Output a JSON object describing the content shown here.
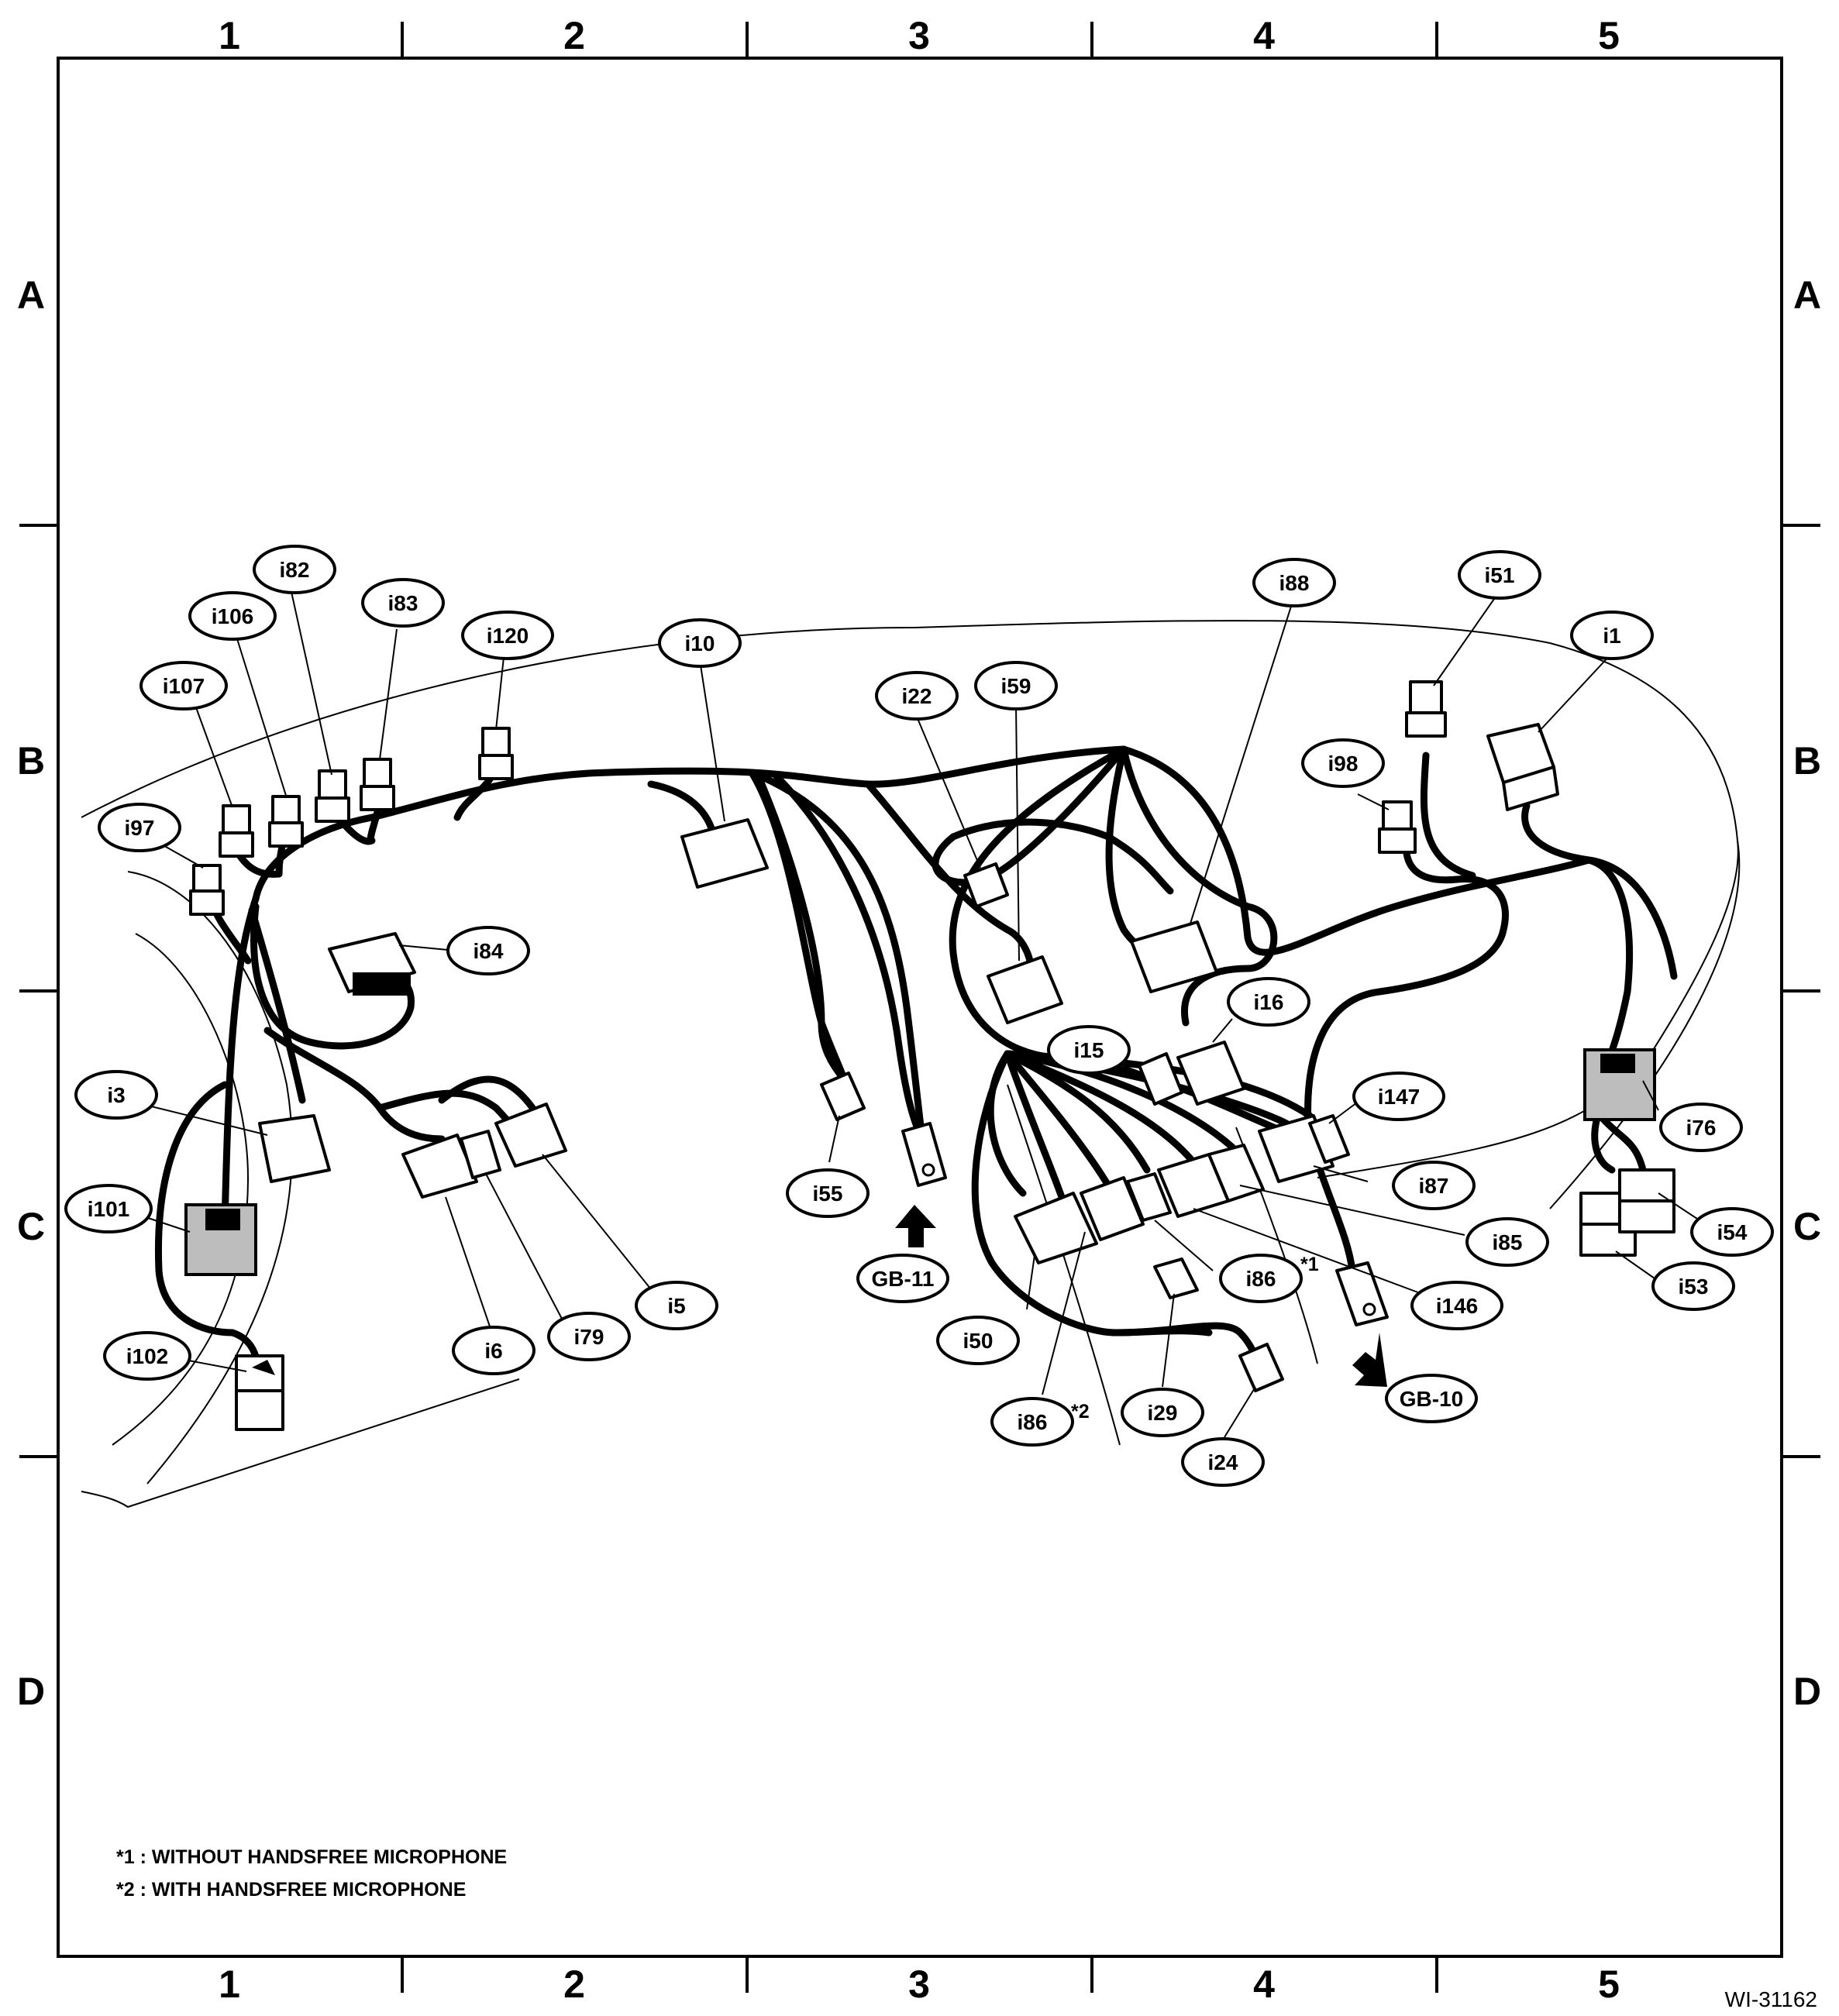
{
  "grid": {
    "columns": [
      "1",
      "2",
      "3",
      "4",
      "5"
    ],
    "rows": [
      "A",
      "B",
      "C",
      "D"
    ]
  },
  "callouts": {
    "i82": "i82",
    "i106": "i106",
    "i83": "i83",
    "i107": "i107",
    "i120": "i120",
    "i10": "i10",
    "i97": "i97",
    "i84": "i84",
    "i3": "i3",
    "i101": "i101",
    "i102": "i102",
    "i6": "i6",
    "i79": "i79",
    "i5": "i5",
    "i22": "i22",
    "i59": "i59",
    "i55": "i55",
    "gb11": "GB-11",
    "i88": "i88",
    "i16": "i16",
    "i15": "i15",
    "i50": "i50",
    "i86a": "i86",
    "i86b": "i86",
    "i29": "i29",
    "i24": "i24",
    "i51": "i51",
    "i1": "i1",
    "i98": "i98",
    "i147": "i147",
    "i87": "i87",
    "i85": "i85",
    "i146": "i146",
    "gb10": "GB-10",
    "i76": "i76",
    "i54": "i54",
    "i53": "i53"
  },
  "marks": {
    "star1": "*1",
    "star2": "*2"
  },
  "notes": {
    "note1": "*1 : WITHOUT HANDSFREE MICROPHONE",
    "note2": "*2 : WITH HANDSFREE MICROPHONE"
  },
  "figure_id": "WI-31162"
}
